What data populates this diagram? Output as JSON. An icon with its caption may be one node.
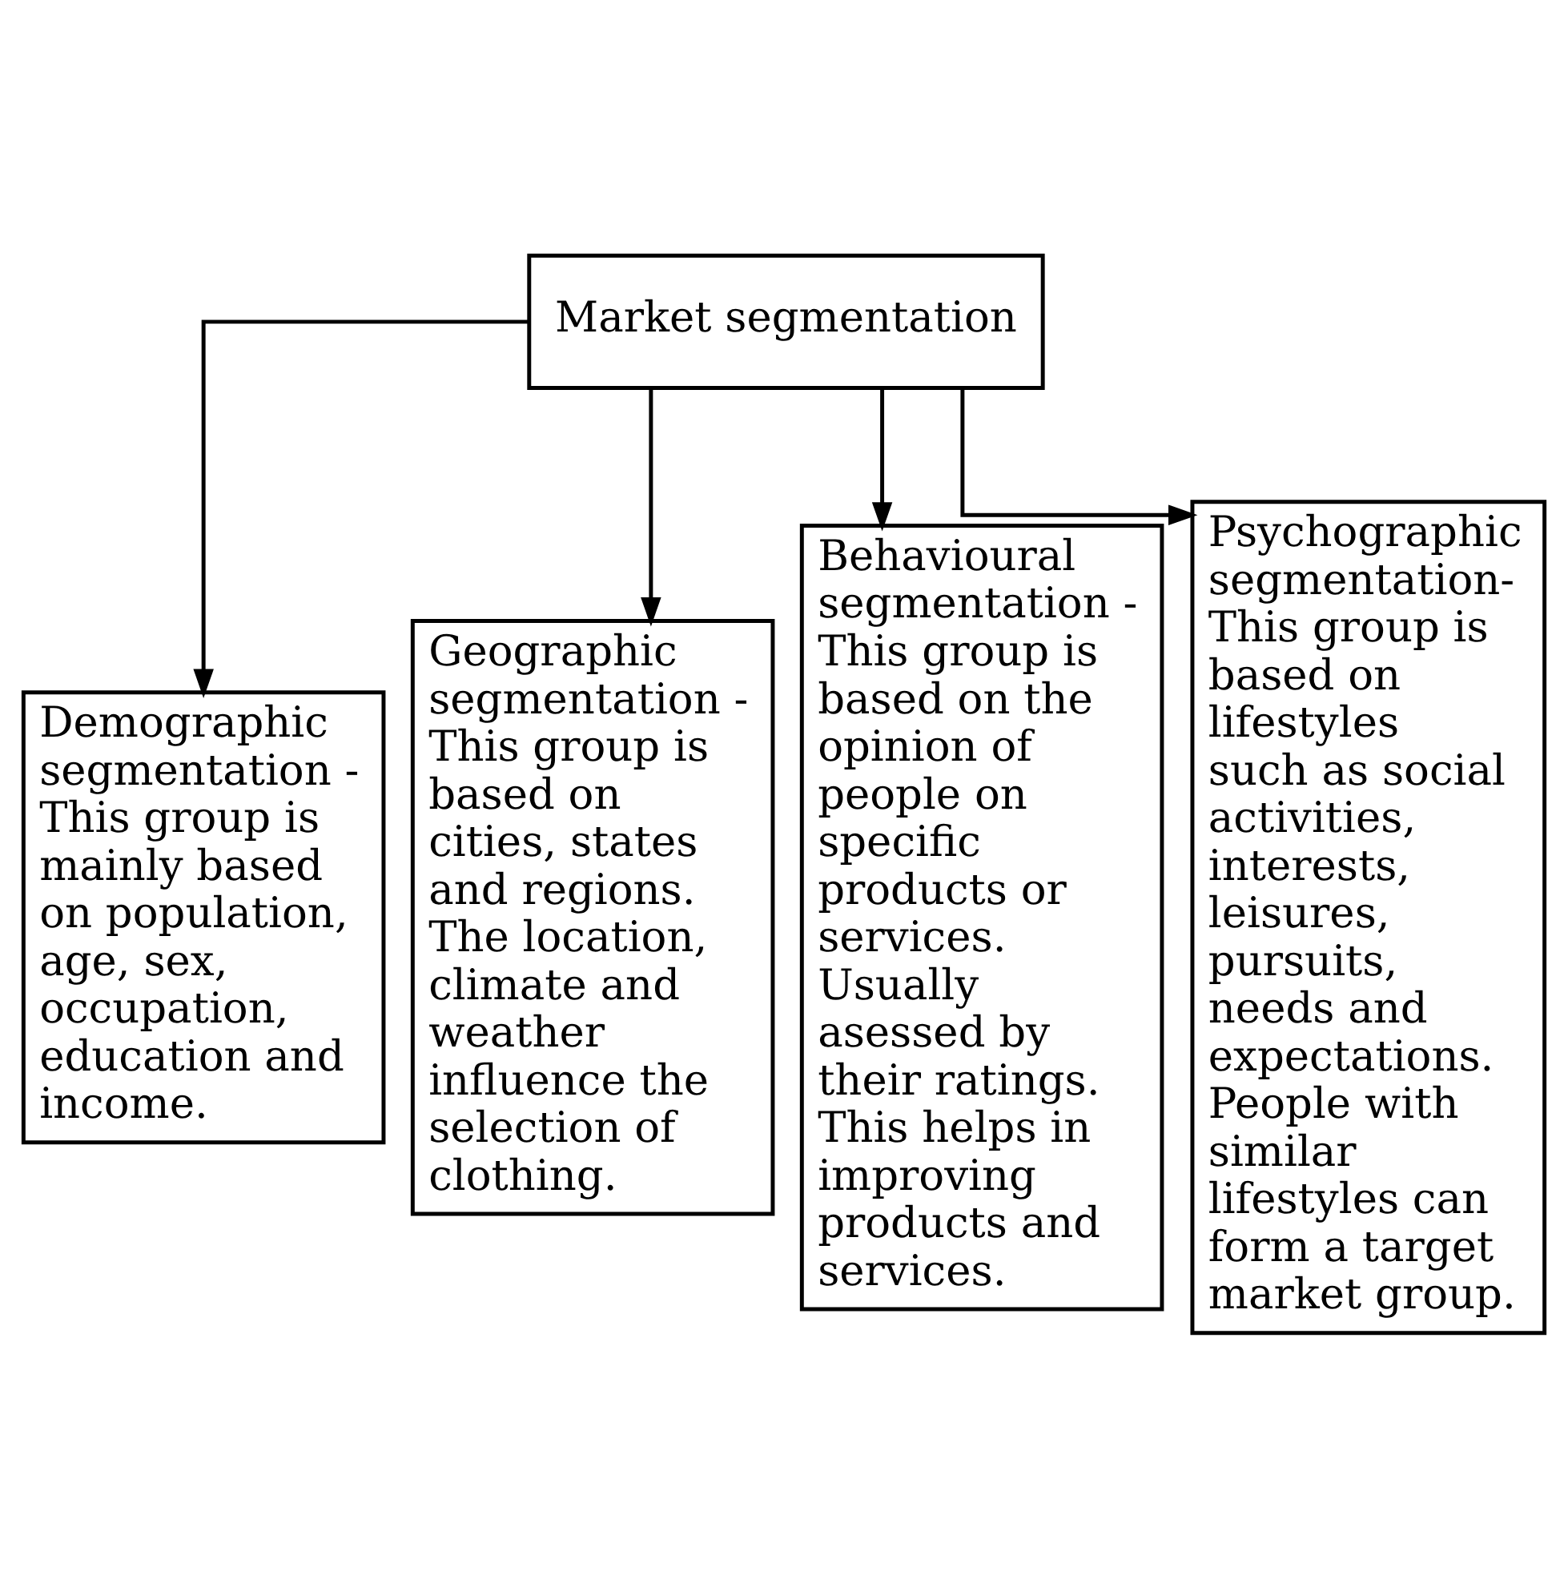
{
  "diagram": {
    "nodes": [
      {
        "text": [
          "Market segmentation"
        ]
      },
      {
        "text": [
          "Demographic segmentation - This group is mainly based on population, age, sex, occupation, education and income."
        ]
      },
      {
        "text": [
          "Geographic segmentation - This group is based on cities, states and regions. The location, climate and weather influence the selection of clothing."
        ]
      },
      {
        "text": [
          "Behavioural segmentation - This group is based on the opinion of people on specific products or services. Usually asessed by their ratings. This helps in improving products and services."
        ]
      },
      {
        "text": [
          "Psychographic segmentation- This group is based on lifestyles such as social activities, interests, leisures, pursuits, needs and expectations. People with similar lifestyles can form a target market group."
        ]
      }
    ],
    "edges": [
      {
        "from": 0,
        "to": 1,
        "arrow": "to"
      },
      {
        "from": 0,
        "to": 2,
        "arrow": "to"
      },
      {
        "from": 0,
        "to": 3,
        "arrow": "to"
      },
      {
        "from": 0,
        "to": 4,
        "arrow": "to"
      }
    ]
  }
}
